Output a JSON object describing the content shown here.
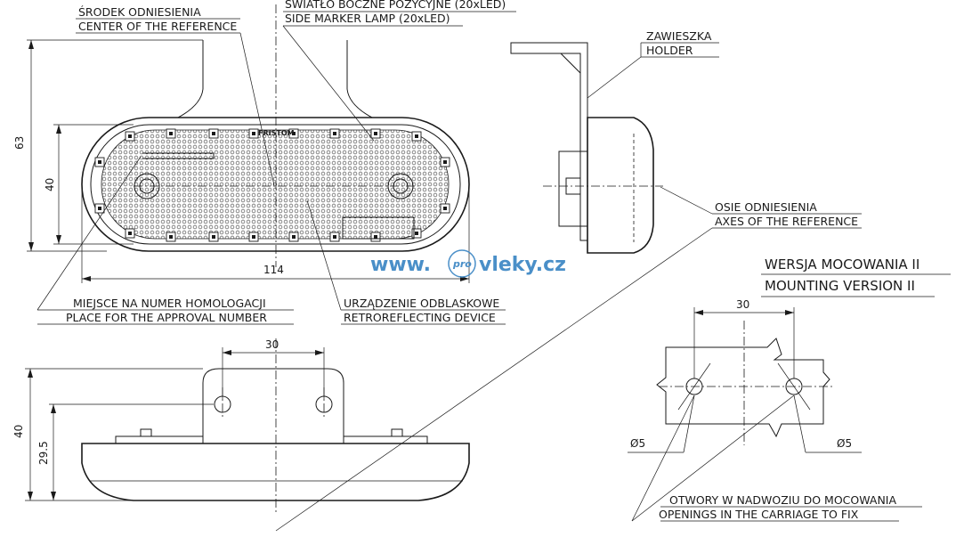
{
  "labels": {
    "center_pl": "ŚRODEK ODNIESIENIA",
    "center_en": "CENTER OF THE REFERENCE",
    "lamp_pl": "ŚWIATŁO BOCZNE POZYCYJNE (20xLED)",
    "lamp_en": "SIDE MARKER LAMP (20xLED)",
    "holder_pl": "ZAWIESZKA",
    "holder_en": "HOLDER",
    "axes_pl": "OSIE ODNIESIENIA",
    "axes_en": "AXES OF THE REFERENCE",
    "approval_pl": "MIEJSCE NA NUMER HOMOLOGACJI",
    "approval_en": "PLACE FOR THE APPROVAL NUMBER",
    "retro_pl": "URZĄDZENIE ODBLASKOWE",
    "retro_en": "RETROREFLECTING DEVICE",
    "version_pl": "WERSJA MOCOWANIA II",
    "version_en": "MOUNTING VERSION II",
    "holes_pl": "OTWORY W NADWOZIU DO MOCOWANIA",
    "holes_en": "OPENINGS IN THE CARRIAGE TO FIX",
    "brand": "FRISTOM"
  },
  "dimensions": {
    "height_total": "63",
    "height_lens": "40",
    "width": "114",
    "spacing_top": "30",
    "height_side": "40",
    "height_side_inner": "29.5",
    "spacing_mount": "30",
    "hole_left": "Ø5",
    "hole_right": "Ø5"
  },
  "watermark": {
    "prefix": "www.",
    "circle": "pro",
    "suffix": "vleky.cz"
  },
  "colors": {
    "line": "#1a1a1a",
    "watermark": "#4a8fc8"
  }
}
